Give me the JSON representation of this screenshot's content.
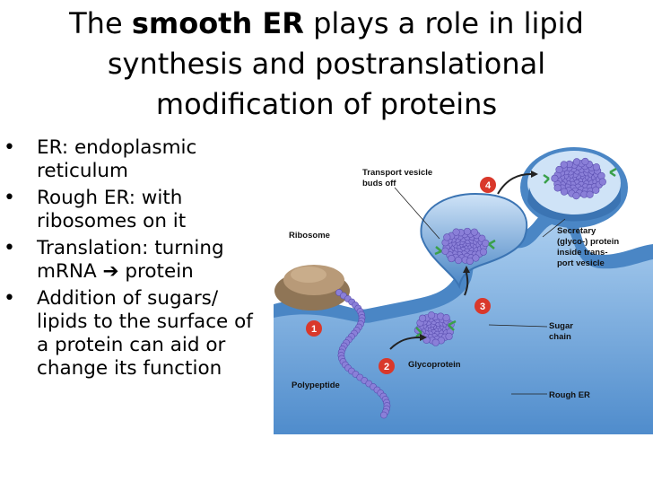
{
  "title": {
    "pre": "The ",
    "bold": "smooth ER",
    "post": " plays a role in lipid synthesis and postranslational modification of proteins"
  },
  "bullets": [
    {
      "text": "ER: endoplasmic reticulum"
    },
    {
      "text": "Rough ER: with ribosomes on it"
    },
    {
      "pre": "Translation: turning mRNA ",
      "arrow": "➔",
      "post": " protein"
    },
    {
      "text": "Addition of sugars/ lipids to the surface of a protein can aid or change its function"
    }
  ],
  "diagram": {
    "labels": {
      "transport_vesicle": [
        "Transport vesicle",
        "buds off"
      ],
      "ribosome": "Ribosome",
      "secretory": [
        "Secretary",
        "(glyco-) protein",
        "inside trans-",
        "port vesicle"
      ],
      "sugar_chain": [
        "Sugar",
        "chain"
      ],
      "glycoprotein": "Glycoprotein",
      "polypeptide": "Polypeptide",
      "rough_er": "Rough  ER"
    },
    "steps": [
      "1",
      "2",
      "3",
      "4"
    ],
    "colors": {
      "er_membrane": "#4a86c5",
      "er_lumen": "#7fb2e0",
      "ribosome": "#a0876a",
      "protein": "#8a7fd8",
      "sugar": "#3aa04a",
      "step_badge": "#d9382b"
    }
  }
}
